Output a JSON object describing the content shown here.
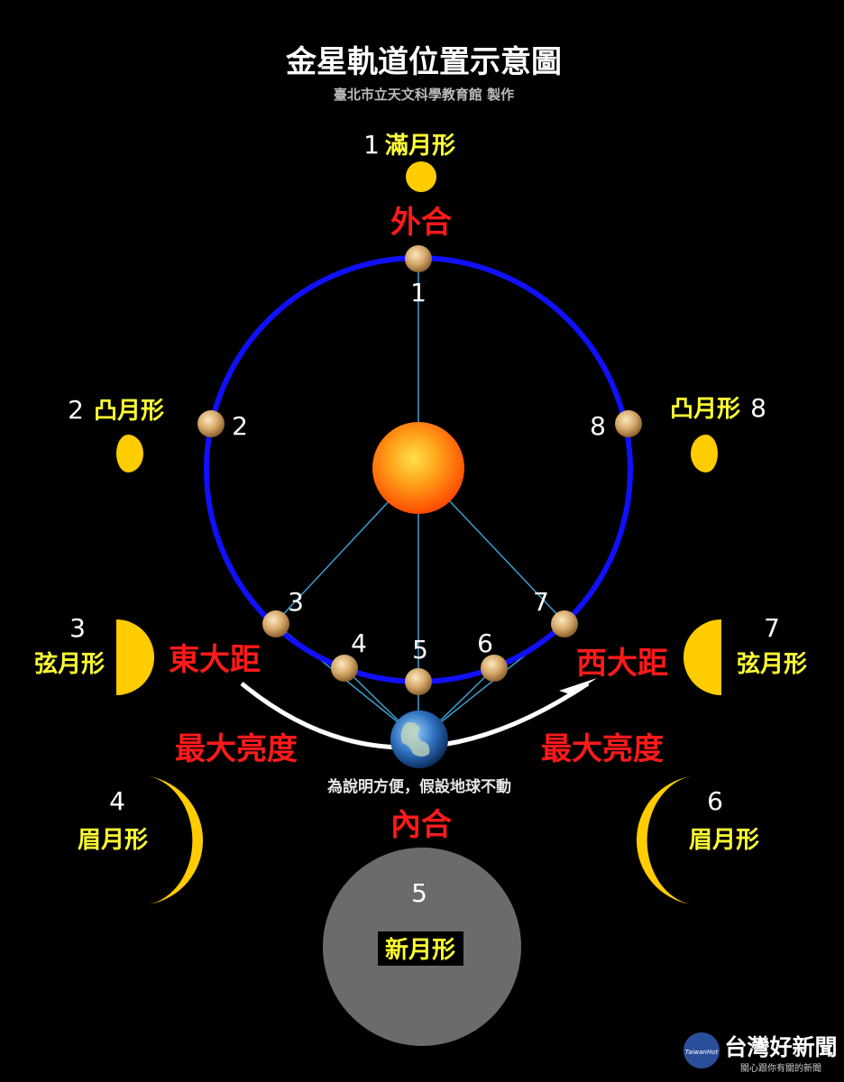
{
  "header": {
    "title": "金星軌道位置示意圖",
    "subtitle": "臺北市立天文科學教育館 製作"
  },
  "labels": {
    "superior_conjunction": "外合",
    "inferior_conjunction": "內合",
    "greatest_east": "東大距",
    "greatest_west": "西大距",
    "max_bright_left": "最大亮度",
    "max_bright_right": "最大亮度",
    "note": "為說明方便，假設地球不動"
  },
  "orbit_numbers": [
    "1",
    "2",
    "3",
    "4",
    "5",
    "6",
    "7",
    "8"
  ],
  "phases": {
    "p1": {
      "num": "1",
      "name": "滿月形"
    },
    "p2": {
      "num": "2",
      "name": "凸月形"
    },
    "p3": {
      "num": "3",
      "name": "弦月形"
    },
    "p4": {
      "num": "4",
      "name": "眉月形"
    },
    "p5": {
      "num": "5",
      "name": "新月形"
    },
    "p6": {
      "num": "6",
      "name": "眉月形"
    },
    "p7": {
      "num": "7",
      "name": "弦月形"
    },
    "p8": {
      "num": "8",
      "name": "凸月形"
    }
  },
  "logo": {
    "name": "台灣好新聞",
    "tagline": "關心跟你有關的新聞",
    "mark": "TaiwanHot"
  },
  "colors": {
    "background": "#000000",
    "orbit": "#1010ff",
    "phase_yellow": "#ffcc00",
    "label_yellow": "#ffff33",
    "label_red": "#ff1a1a",
    "sight_line": "#3a9fd0",
    "new_moon_gray": "#6b6b6b"
  }
}
